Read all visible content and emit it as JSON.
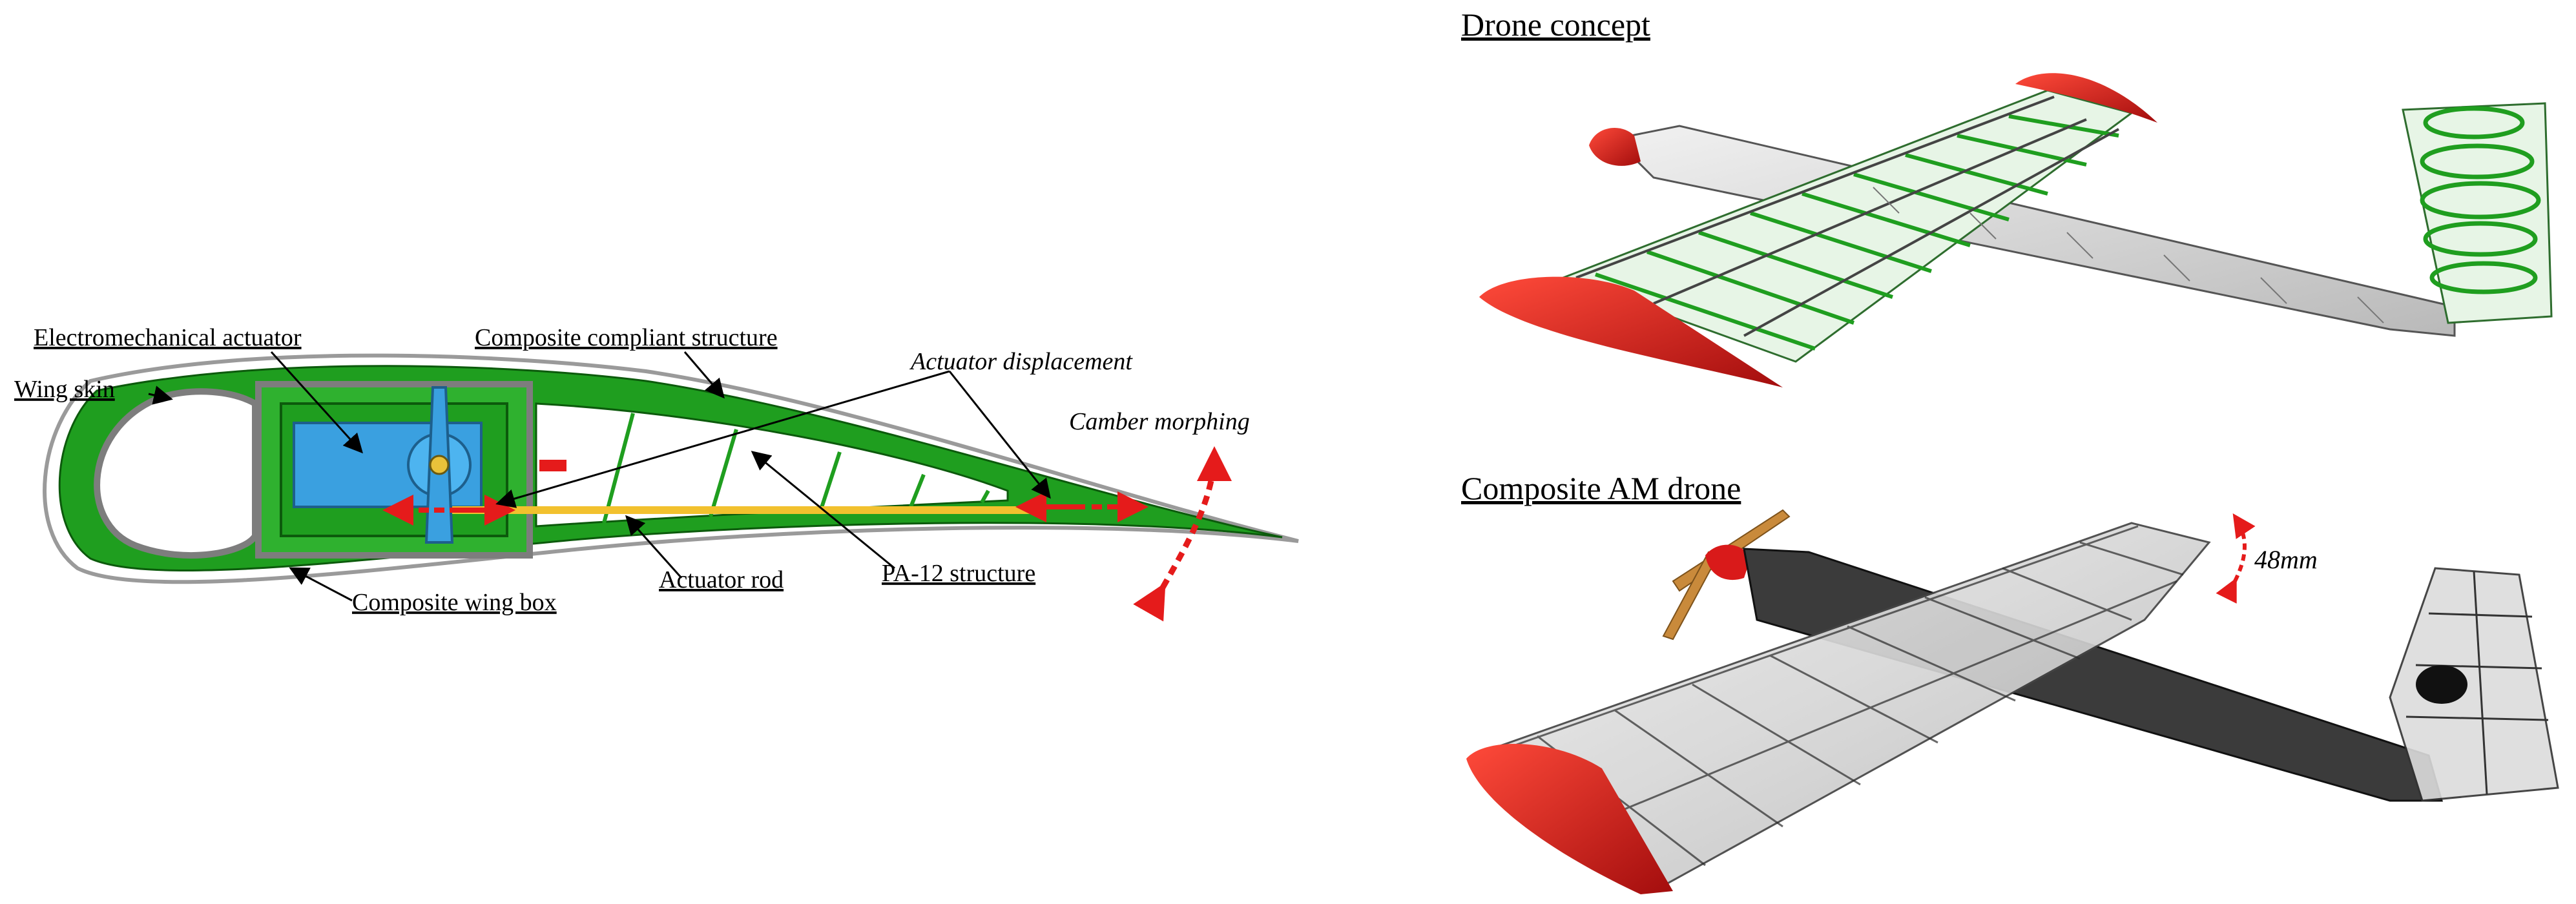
{
  "airfoil": {
    "labels": {
      "electromechanical_actuator": "Electromechanical actuator",
      "composite_compliant_structure": "Composite compliant structure",
      "wing_skin": "Wing skin",
      "actuator_displacement": "Actuator displacement",
      "camber_morphing": "Camber morphing",
      "composite_wing_box": "Composite wing box",
      "actuator_rod": "Actuator rod",
      "pa12_structure": "PA-12 structure"
    }
  },
  "drone_concept": {
    "title": "Drone concept"
  },
  "composite_am_drone": {
    "title": "Composite AM drone",
    "deflection_label": "48mm"
  },
  "colors": {
    "compliant_green": "#1f9e1f",
    "skin_gray": "#8a8a8a",
    "actuator_blue": "#3aa0e0",
    "rod_yellow": "#f2c12e",
    "arrow_red": "#e51b1b",
    "wingtip_red": "#d91a1a"
  }
}
